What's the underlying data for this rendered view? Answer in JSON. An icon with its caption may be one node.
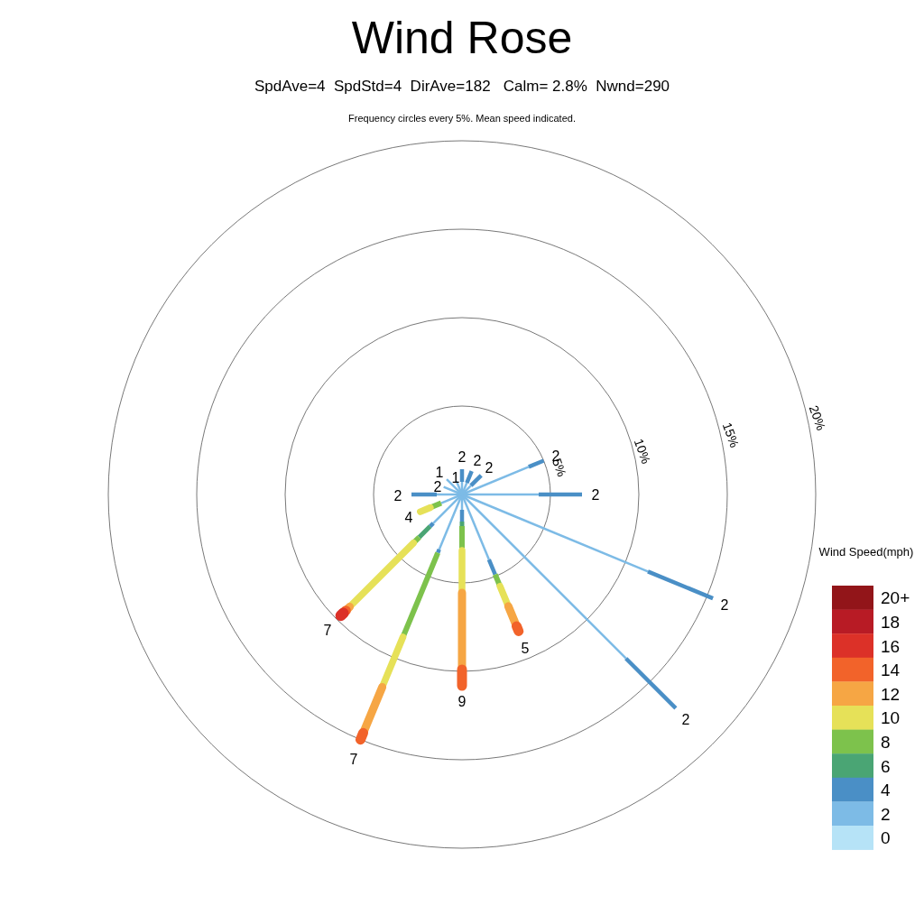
{
  "diagram": {
    "title": "Wind Rose",
    "labels": [
      "SpdAve=4  SpdStd=4  DirAve=182   Calm= 2.8%  Nwnd=290",
      "Frequency circles every 5%. Mean speed indicated.",
      "2",
      "2",
      "2",
      "2",
      "1",
      "1",
      "2",
      "2",
      "2",
      "4",
      "2",
      "7",
      "5",
      "9",
      "2",
      "7",
      "5%",
      "10%",
      "15%",
      "20%",
      "Wind Speed(mph)"
    ],
    "legend": [
      {
        "text": "20+",
        "color": "#921519"
      },
      {
        "text": "18",
        "color": "#b81b25"
      },
      {
        "text": "16",
        "color": "#dc3128"
      },
      {
        "text": "14",
        "color": "#f2632a"
      },
      {
        "text": "12",
        "color": "#f6a644"
      },
      {
        "text": "10",
        "color": "#e6e158"
      },
      {
        "text": "8",
        "color": "#7dc24c"
      },
      {
        "text": "6",
        "color": "#4aa574"
      },
      {
        "text": "4",
        "color": "#4a8fc6"
      },
      {
        "text": "2",
        "color": "#7dbbe6"
      },
      {
        "text": "0",
        "color": "#b6e3f7"
      }
    ]
  }
}
